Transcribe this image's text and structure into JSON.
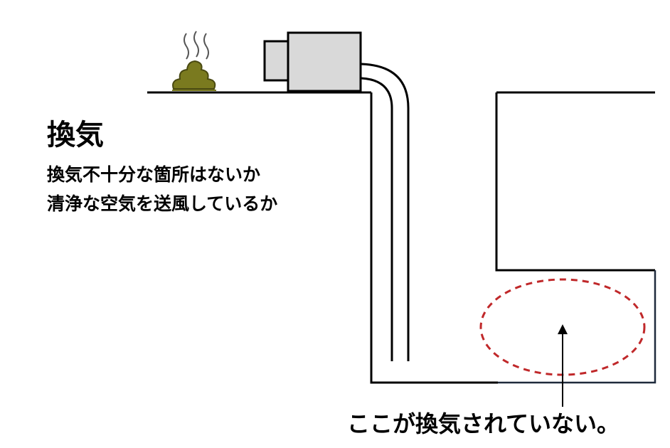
{
  "heading": "換気",
  "checks": [
    "換気不十分な箇所はないか",
    "清浄な空気を送風しているか"
  ],
  "note": "ここが換気されていない。",
  "icons": {
    "source": "poop-icon",
    "fan": "ventilation-fan-icon",
    "marker": "dashed-ellipse-marker"
  },
  "colors": {
    "line": "#000000",
    "fan_fill": "#d9d9d9",
    "poop_fill": "#7a7a1f",
    "poop_stroke": "#4a4a12",
    "marker": "#c0282a",
    "room_edge": "#1f2a3c"
  }
}
